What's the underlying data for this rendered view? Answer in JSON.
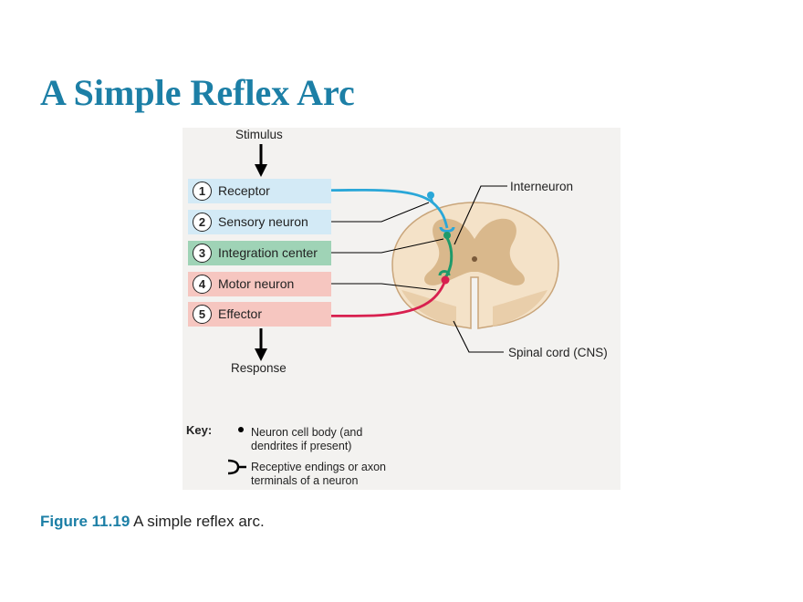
{
  "title": "A Simple Reflex Arc",
  "stimulus": "Stimulus",
  "response": "Response",
  "steps": [
    {
      "num": "1",
      "label": "Receptor",
      "bg": "#d3eaf6"
    },
    {
      "num": "2",
      "label": "Sensory neuron",
      "bg": "#d3eaf6"
    },
    {
      "num": "3",
      "label": "Integration center",
      "bg": "#9fd3b6"
    },
    {
      "num": "4",
      "label": "Motor neuron",
      "bg": "#f6c6c0"
    },
    {
      "num": "5",
      "label": "Effector",
      "bg": "#f6c6c0"
    }
  ],
  "labels": {
    "interneuron": "Interneuron",
    "spinal_cord": "Spinal cord (CNS)"
  },
  "key": {
    "title": "Key:",
    "cell_body_line1": "Neuron cell body (and",
    "cell_body_line2": "dendrites if present)",
    "endings_line1": "Receptive endings or axon",
    "endings_line2": "terminals of a neuron"
  },
  "caption": {
    "figure": "Figure 11.19",
    "text": "A simple reflex arc."
  },
  "colors": {
    "title": "#1c7fa6",
    "sensory": "#2aa7d8",
    "interneuron": "#1f9a6a",
    "motor": "#d8204f",
    "spinal_white": "#f4e2c8",
    "spinal_gray": "#d9b88c"
  }
}
